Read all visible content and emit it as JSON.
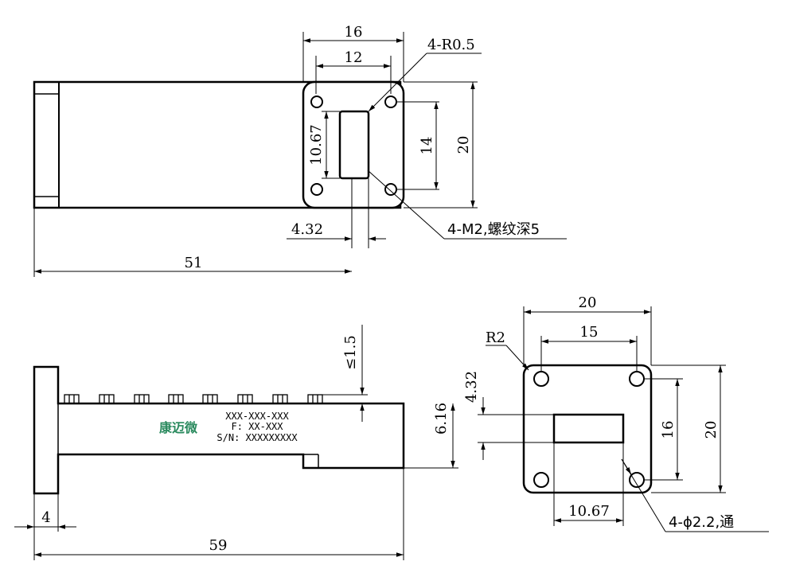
{
  "top_view": {
    "dim_16": "16",
    "dim_12": "12",
    "dim_1067": "10.67",
    "dim_14": "14",
    "dim_20": "20",
    "dim_432": "4.32",
    "dim_51": "51",
    "note_corner_radius": "4-R0.5",
    "note_thread": "4-M2,螺纹深5"
  },
  "side_view": {
    "dim_le15": "≤1.5",
    "dim_616": "6.16",
    "dim_4": "4",
    "dim_59": "59",
    "brand_text": "康迈微",
    "label_part": "XXX-XXX-XXX",
    "label_f": "F: XX-XXX",
    "label_sn": "S/N: XXXXXXXXX"
  },
  "flange_view": {
    "dim_20w": "20",
    "dim_15": "15",
    "dim_r2": "R2",
    "dim_432": "4.32",
    "dim_16": "16",
    "dim_20h": "20",
    "dim_1067": "10.67",
    "note_holes": "4-ϕ2.2,通"
  }
}
